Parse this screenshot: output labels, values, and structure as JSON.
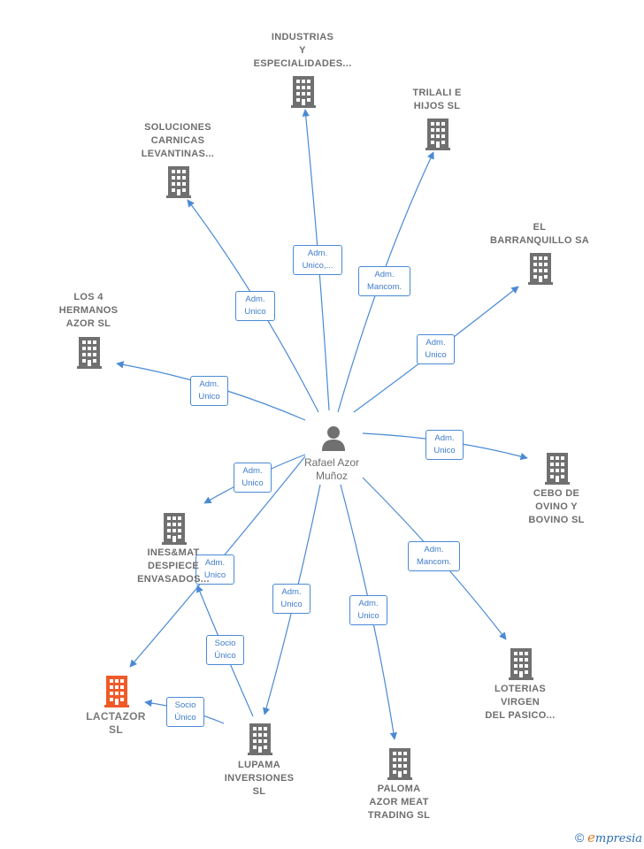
{
  "center": {
    "name_lines": [
      "Rafael Azor",
      "Muñoz"
    ],
    "icon": "person-icon"
  },
  "companies": [
    {
      "id": "industrias",
      "lines": [
        "INDUSTRIAS",
        "Y",
        "ESPECIALIDADES..."
      ],
      "icon": "building-icon"
    },
    {
      "id": "trilali",
      "lines": [
        "TRILALI E",
        "HIJOS  SL"
      ],
      "icon": "building-icon"
    },
    {
      "id": "soluciones",
      "lines": [
        "SOLUCIONES",
        "CARNICAS",
        "LEVANTINAS..."
      ],
      "icon": "building-icon"
    },
    {
      "id": "barranquillo",
      "lines": [
        "EL",
        "BARRANQUILLO SA"
      ],
      "icon": "building-icon"
    },
    {
      "id": "los4",
      "lines": [
        "LOS 4",
        "HERMANOS",
        "AZOR  SL"
      ],
      "icon": "building-icon"
    },
    {
      "id": "cebo",
      "lines": [
        "CEBO DE",
        "OVINO Y",
        "BOVINO  SL"
      ],
      "icon": "building-icon"
    },
    {
      "id": "inesmat",
      "lines": [
        "INES&MAT",
        "DESPIECE",
        "ENVASADOS..."
      ],
      "icon": "building-icon"
    },
    {
      "id": "lactazor",
      "lines": [
        "LACTAZOR",
        "SL"
      ],
      "icon": "building-icon",
      "highlight": true
    },
    {
      "id": "loterias",
      "lines": [
        "LOTERIAS",
        "VIRGEN",
        "DEL PASICO..."
      ],
      "icon": "building-icon"
    },
    {
      "id": "lupama",
      "lines": [
        "LUPAMA",
        "INVERSIONES",
        "SL"
      ],
      "icon": "building-icon"
    },
    {
      "id": "paloma",
      "lines": [
        "PALOMA",
        "AZOR MEAT",
        "TRADING  SL"
      ],
      "icon": "building-icon"
    }
  ],
  "relations": [
    {
      "to": "industrias",
      "lines": [
        "Adm.",
        "Unico,..."
      ]
    },
    {
      "to": "trilali",
      "lines": [
        "Adm.",
        "Mancom."
      ]
    },
    {
      "to": "soluciones",
      "lines": [
        "Adm.",
        "Unico"
      ]
    },
    {
      "to": "barranquillo",
      "lines": [
        "Adm.",
        "Unico"
      ]
    },
    {
      "to": "los4",
      "lines": [
        "Adm.",
        "Unico"
      ]
    },
    {
      "to": "cebo",
      "lines": [
        "Adm.",
        "Unico"
      ]
    },
    {
      "to": "inesmat",
      "lines": [
        "Adm.",
        "Unico"
      ]
    },
    {
      "to": "lactazor",
      "lines": [
        "Adm.",
        "Unico"
      ]
    },
    {
      "to": "lupama",
      "lines": [
        "Adm.",
        "Unico"
      ]
    },
    {
      "to": "paloma",
      "lines": [
        "Adm.",
        "Unico"
      ]
    },
    {
      "to": "loterias",
      "lines": [
        "Adm.",
        "Mancom."
      ]
    },
    {
      "from": "lupama",
      "to": "inesmat",
      "lines": [
        "Socio",
        "Único"
      ]
    },
    {
      "from": "lupama",
      "to": "lactazor",
      "lines": [
        "Socio",
        "Único"
      ]
    }
  ],
  "colors": {
    "edge": "#4a8ad4",
    "icon": "#707070",
    "highlight": "#f05a28"
  },
  "footer": {
    "copyright": "©",
    "brand_initial": "e",
    "brand_rest": "mpresia"
  }
}
